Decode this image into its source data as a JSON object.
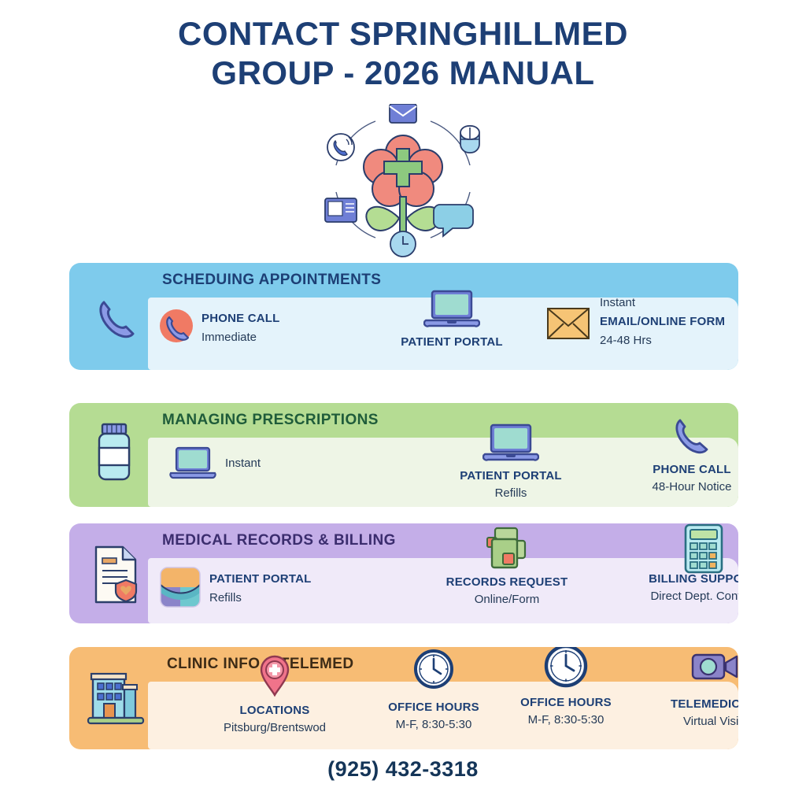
{
  "title": {
    "line1": "CONTACT SPRINGHILLMED",
    "line2": "GROUP - 2026 MANUAL"
  },
  "hero": {
    "center_icon": "medical-flower-icon",
    "orbit_icons": [
      "envelope-icon",
      "mouse-icon",
      "speech-bubble-icon",
      "clock-icon",
      "monitor-icon",
      "phone-icon"
    ]
  },
  "colors": {
    "title": "#1d3f75",
    "footer": "#143558",
    "section1_band": "#7ecbec",
    "section1_panel": "#e4f3fb",
    "section1_title": "#1d3f75",
    "section2_band": "#b5dc93",
    "section2_panel": "#eef5e6",
    "section2_title": "#1f5c3a",
    "section3_band": "#c4aee8",
    "section3_panel": "#f0eaf9",
    "section3_title": "#3b2d6e",
    "section4_band": "#f7bc74",
    "section4_panel": "#fdf0e1",
    "section4_title": "#3d2b16"
  },
  "sections": [
    {
      "id": "scheduling-appointments",
      "title": "SCHEDUING APPOINTMENTS",
      "big_icon": "phone-handset-icon",
      "items": [
        {
          "icon": "phone-circle-icon",
          "label": "PHONE CALL",
          "sub": "Immediate",
          "pre": ""
        },
        {
          "icon": "laptop-icon",
          "label": "PATIENT PORTAL",
          "sub": "",
          "pre": ""
        },
        {
          "icon": "envelope-icon",
          "label": "EMAIL/ONLINE FORM",
          "sub": "24-48 Hrs",
          "pre": "Instant"
        }
      ]
    },
    {
      "id": "managing-prescriptions",
      "title": "MANAGING PRESCRIPTIONS",
      "big_icon": "pill-bottle-icon",
      "items": [
        {
          "icon": "laptop-icon",
          "label": "",
          "sub": "Instant",
          "pre": ""
        },
        {
          "icon": "laptop-icon",
          "label": "PATIENT PORTAL",
          "sub": "Refills",
          "pre": ""
        },
        {
          "icon": "phone-handset-icon",
          "label": "PHONE CALL",
          "sub": "48-Hour Notice",
          "pre": ""
        }
      ]
    },
    {
      "id": "medical-records-billing",
      "title": "MEDICAL RECORDS & BILLING",
      "big_icon": "document-shield-icon",
      "items": [
        {
          "icon": "portal-app-icon",
          "label": "PATIENT PORTAL",
          "sub": "Refills",
          "pre": ""
        },
        {
          "icon": "records-files-icon",
          "label": "RECORDS REQUEST",
          "sub": "Online/Form",
          "pre": ""
        },
        {
          "icon": "calculator-icon",
          "label": "BILLING SUPPORT",
          "sub": "Direct Dept. Contact",
          "pre": ""
        }
      ]
    },
    {
      "id": "clinic-info-telemed",
      "title": "CLINIC INFO & TELEMED",
      "big_icon": "clinic-building-icon",
      "items": [
        {
          "icon": "map-pin-medical-icon",
          "label": "LOCATIONS",
          "sub": "Pitsburg/Brentswod",
          "pre": ""
        },
        {
          "icon": "clock-icon",
          "label": "OFFICE HOURS",
          "sub": "M-F, 8:30-5:30",
          "pre": ""
        },
        {
          "icon": "clock-icon",
          "label": "OFFICE HOURS",
          "sub": "M-F, 8:30-5:30",
          "pre": ""
        },
        {
          "icon": "video-camera-icon",
          "label": "TELEMEDICINE",
          "sub": "Virtual Visits",
          "pre": ""
        }
      ]
    }
  ],
  "footer": {
    "phone": "(925) 432-3318"
  }
}
